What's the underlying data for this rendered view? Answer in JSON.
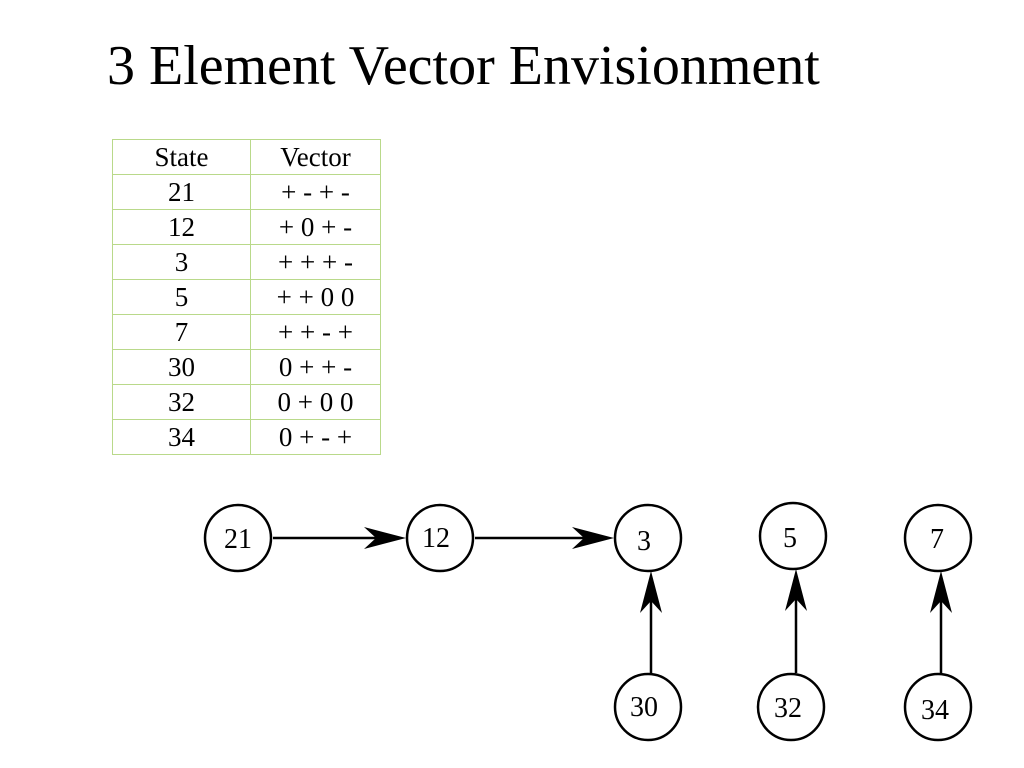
{
  "title": "3 Element Vector Envisionment",
  "table": {
    "headers": [
      "State",
      "Vector"
    ],
    "rows": [
      {
        "state": "21",
        "vector": "+ - + -"
      },
      {
        "state": "12",
        "vector": "+ 0 + -"
      },
      {
        "state": "3",
        "vector": "+ + + -"
      },
      {
        "state": "5",
        "vector": "+ + 0 0"
      },
      {
        "state": "7",
        "vector": "+ + - +"
      },
      {
        "state": "30",
        "vector": "0 + + -"
      },
      {
        "state": "32",
        "vector": "0 + 0 0"
      },
      {
        "state": "34",
        "vector": "0 + - +"
      }
    ]
  },
  "graph": {
    "nodes": [
      "21",
      "12",
      "3",
      "5",
      "7",
      "30",
      "32",
      "34"
    ],
    "edges": [
      {
        "from": "21",
        "to": "12"
      },
      {
        "from": "12",
        "to": "3"
      },
      {
        "from": "30",
        "to": "3"
      },
      {
        "from": "32",
        "to": "5"
      },
      {
        "from": "34",
        "to": "7"
      }
    ]
  }
}
